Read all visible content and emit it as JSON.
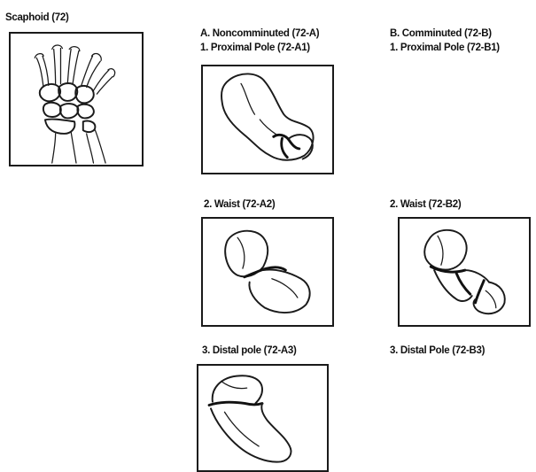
{
  "scaphoid": {
    "title": "Scaphoid (72)"
  },
  "group_a": {
    "heading": "A. Noncomminuted (72-A)",
    "a1": "1. Proximal Pole (72-A1)",
    "a2": "2. Waist (72-A2)",
    "a3": "3. Distal pole (72-A3)"
  },
  "group_b": {
    "heading": "B. Comminuted (72-B)",
    "b1": "1. Proximal Pole (72-B1)",
    "b2": "2. Waist (72-B2)",
    "b3": "3. Distal Pole (72-B3)"
  }
}
